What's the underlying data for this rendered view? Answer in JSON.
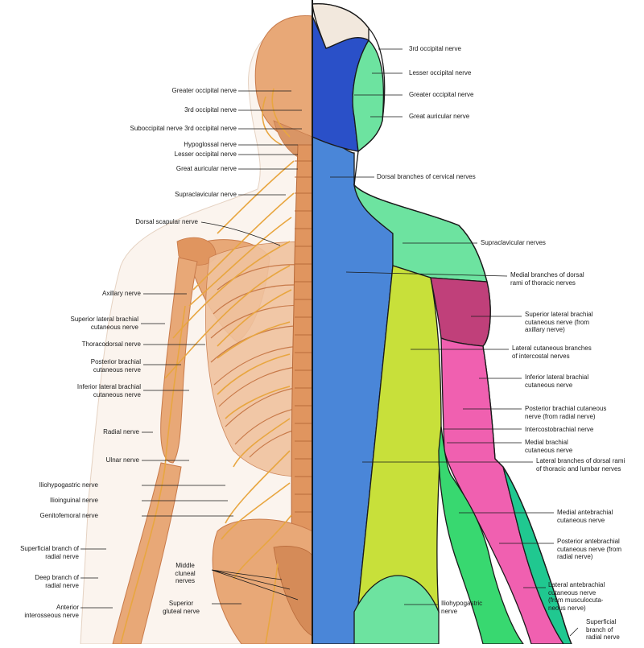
{
  "left_labels": {
    "greater_occipital": "Greater occipital nerve",
    "third_occipital": "3rd occipital nerve",
    "suboccipital": "Suboccipital nerve 3rd occipital nerve",
    "hypoglossal": "Hypoglossal nerve",
    "lesser_occipital": "Lesser occipital nerve",
    "great_auricular": "Great auricular nerve",
    "supraclavicular": "Supraclavicular nerve",
    "dorsal_scapular": "Dorsal scapular nerve",
    "axillary": "Axillary nerve",
    "superior_lateral_brachial": "Superior lateral brachial\ncutaneous nerve",
    "thoracodorsal": "Thoracodorsal nerve",
    "posterior_brachial": "Posterior brachial\ncutaneous nerve",
    "inferior_lateral_brachial": "Inferior lateral brachial\ncutaneous nerve",
    "radial": "Radial nerve",
    "ulnar": "Ulnar nerve",
    "iliohypogastric": "Iliohypogastric nerve",
    "ilioinguinal": "Ilioinguinal nerve",
    "genitofemoral": "Genitofemoral nerve",
    "superficial_radial": "Superficial branch of\nradial nerve",
    "deep_radial": "Deep branch of\nradial nerve",
    "anterior_interosseous": "Anterior\ninterosseous nerve",
    "middle_cluneal": "Middle\ncluneal\nnerves",
    "superior_gluteal": "Superior\ngluteal nerve"
  },
  "right_labels": {
    "third_occipital": "3rd occipital nerve",
    "lesser_occipital": "Lesser occipital nerve",
    "greater_occipital": "Greater occipital nerve",
    "great_auricular": "Great auricular nerve",
    "dorsal_cervical": "Dorsal branches of cervical nerves",
    "supraclavicular": "Supraclavicular nerves",
    "medial_dorsal_thoracic": "Medial branches of dorsal\nrami of thoracic nerves",
    "superior_lateral_brachial": "Superior lateral brachial\ncutaneous nerve (from\naxillary nerve)",
    "lateral_intercostal": "Lateral cutaneous branches\nof intercostal nerves",
    "inferior_lateral_brachial": "Inferior lateral brachial\ncutaneous nerve",
    "posterior_brachial": "Posterior brachial cutaneous\nnerve (from radial nerve)",
    "intercostobrachial": "Intercostobrachial nerve",
    "medial_brachial": "Medial brachial\ncutaneous nerve",
    "lateral_dorsal_thoracolumbar": "Lateral branches of dorsal rami\nof thoracic and lumbar nerves",
    "medial_antebrachial": "Medial antebrachial\ncutaneous nerve",
    "posterior_antebrachial": "Posterior antebrachial\ncutaneous nerve (from\nradial nerve)",
    "lateral_antebrachial": "Lateral antebrachial\ncutaneous nerve\n(from musculocuta-\nneous nerve)",
    "superficial_radial": "Superficial\nbranch of\nradial nerve",
    "iliohypogastric": "Iliohypogastric\nnerve"
  },
  "colors": {
    "bone": "#e8a877",
    "bone_dark": "#c87a4a",
    "nerve": "#e8a640",
    "blue": "#4a86d8",
    "dark_blue": "#2a50c8",
    "light_green": "#6de3a0",
    "yellow_green": "#c8e03a",
    "magenta": "#c0407a",
    "pink": "#f060b0",
    "green": "#38d870",
    "teal": "#20c890"
  }
}
